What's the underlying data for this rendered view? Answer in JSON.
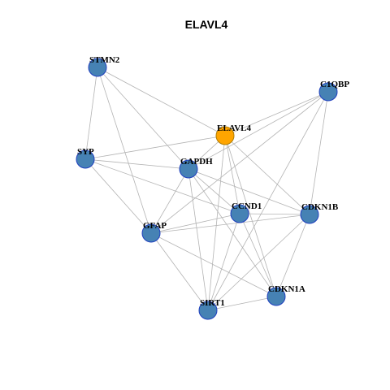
{
  "title": "ELAVL4",
  "colors": {
    "background": "#ffffff",
    "edge": "#b3b3b3",
    "node_default_fill": "#4682b4",
    "node_default_border": "#1f3fbf",
    "node_focus_fill": "#ffa500",
    "node_focus_border": "#b07c00",
    "label": "#000000"
  },
  "network": {
    "focus_node": "ELAVL4",
    "nodes": [
      {
        "id": "STMN2",
        "label": "STMN2"
      },
      {
        "id": "C1QBP",
        "label": "C1QBP"
      },
      {
        "id": "ELAVL4",
        "label": "ELAVL4"
      },
      {
        "id": "SYP",
        "label": "SYP"
      },
      {
        "id": "GAPDH",
        "label": "GAPDH"
      },
      {
        "id": "CCND1",
        "label": "CCND1"
      },
      {
        "id": "CDKN1B",
        "label": "CDKN1B"
      },
      {
        "id": "GFAP",
        "label": "GFAP"
      },
      {
        "id": "CDKN1A",
        "label": "CDKN1A"
      },
      {
        "id": "SIRT1",
        "label": "SIRT1"
      }
    ],
    "edges": [
      [
        "STMN2",
        "SYP"
      ],
      [
        "STMN2",
        "ELAVL4"
      ],
      [
        "STMN2",
        "GAPDH"
      ],
      [
        "STMN2",
        "GFAP"
      ],
      [
        "C1QBP",
        "ELAVL4"
      ],
      [
        "C1QBP",
        "GAPDH"
      ],
      [
        "C1QBP",
        "GFAP"
      ],
      [
        "C1QBP",
        "CDKN1B"
      ],
      [
        "C1QBP",
        "SIRT1"
      ],
      [
        "ELAVL4",
        "SYP"
      ],
      [
        "ELAVL4",
        "GAPDH"
      ],
      [
        "ELAVL4",
        "CDKN1B"
      ],
      [
        "ELAVL4",
        "CDKN1A"
      ],
      [
        "ELAVL4",
        "SIRT1"
      ],
      [
        "ELAVL4",
        "CCND1"
      ],
      [
        "SYP",
        "GAPDH"
      ],
      [
        "SYP",
        "GFAP"
      ],
      [
        "SYP",
        "CCND1"
      ],
      [
        "GAPDH",
        "GFAP"
      ],
      [
        "GAPDH",
        "CCND1"
      ],
      [
        "GAPDH",
        "CDKN1B"
      ],
      [
        "GAPDH",
        "CDKN1A"
      ],
      [
        "GAPDH",
        "SIRT1"
      ],
      [
        "CCND1",
        "GFAP"
      ],
      [
        "CCND1",
        "CDKN1B"
      ],
      [
        "CCND1",
        "CDKN1A"
      ],
      [
        "CCND1",
        "SIRT1"
      ],
      [
        "CDKN1B",
        "GFAP"
      ],
      [
        "CDKN1B",
        "CDKN1A"
      ],
      [
        "CDKN1B",
        "SIRT1"
      ],
      [
        "GFAP",
        "SIRT1"
      ],
      [
        "GFAP",
        "CDKN1A"
      ],
      [
        "CDKN1A",
        "SIRT1"
      ]
    ]
  }
}
